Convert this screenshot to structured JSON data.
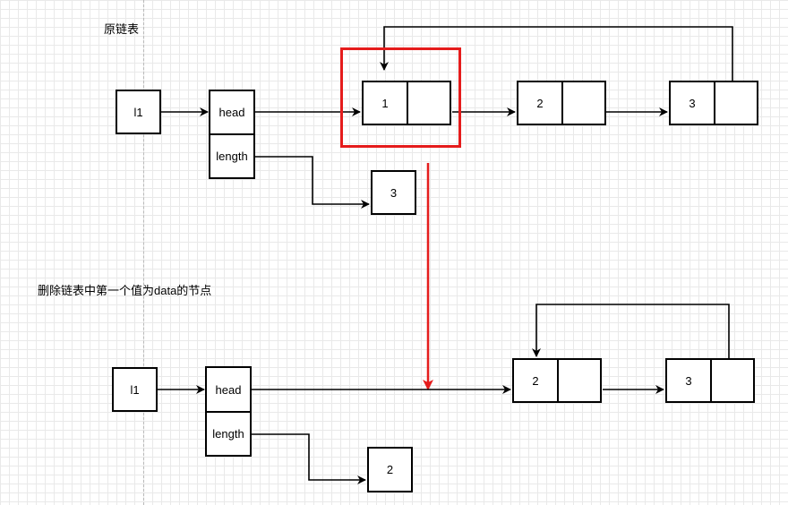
{
  "captions": {
    "original": "原链表",
    "operation": "删除链表中第一个值为data的节点"
  },
  "before": {
    "var_label": "l1",
    "head_label": "head",
    "length_label": "length",
    "length_value": "3",
    "nodes": [
      "1",
      "2",
      "3"
    ]
  },
  "after": {
    "var_label": "l1",
    "head_label": "head",
    "length_label": "length",
    "length_value": "2",
    "nodes": [
      "2",
      "3"
    ]
  },
  "colors": {
    "stroke": "#000000",
    "highlight": "#e51c1c",
    "grid": "#e9e9e9"
  }
}
